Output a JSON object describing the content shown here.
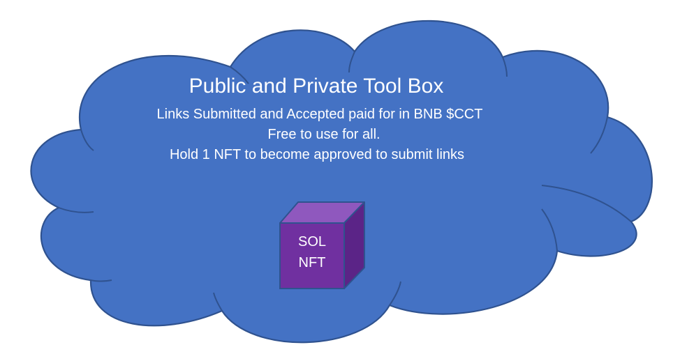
{
  "cloud": {
    "title": "Public and Private Tool Box",
    "lines": [
      "Links Submitted and Accepted paid for in BNB $CCT",
      "Free to use for all.",
      "Hold 1 NFT to become approved to submit links"
    ]
  },
  "cube": {
    "line1": "SOL",
    "line2": "NFT"
  },
  "colors": {
    "cloud_fill": "#4472C4",
    "cloud_stroke": "#2F528F",
    "cube_front": "#7030A0",
    "cube_top": "#8F58BE",
    "cube_side": "#5B2487",
    "cube_stroke": "#2F528F",
    "text": "#FFFFFF"
  }
}
